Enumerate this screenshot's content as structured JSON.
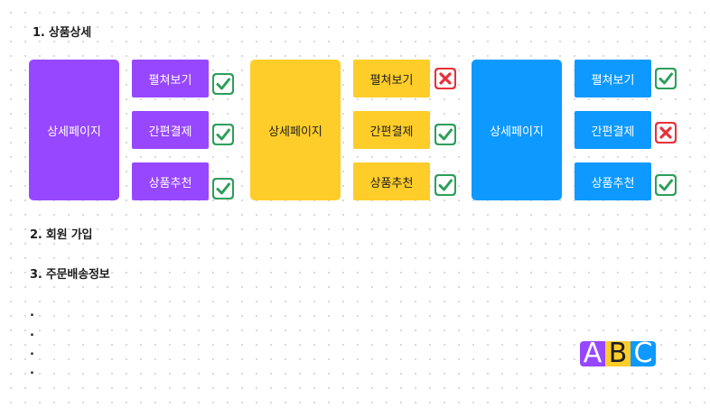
{
  "sections": [
    {
      "title": "1. 상품상세"
    },
    {
      "title": "2. 회원 가입"
    },
    {
      "title": "3. 주문배송정보"
    }
  ],
  "variants": [
    {
      "color": "#9747ff",
      "main_label": "상세페이지",
      "items": [
        {
          "label": "펼쳐보기",
          "status": "check"
        },
        {
          "label": "간편결제",
          "status": "check"
        },
        {
          "label": "상품추천",
          "status": "check"
        }
      ]
    },
    {
      "color": "#ffcd29",
      "main_label": "상세페이지",
      "items": [
        {
          "label": "펼쳐보기",
          "status": "cross"
        },
        {
          "label": "간편결제",
          "status": "check"
        },
        {
          "label": "상품추천",
          "status": "check"
        }
      ]
    },
    {
      "color": "#0d99ff",
      "main_label": "상세페이지",
      "items": [
        {
          "label": "펼쳐보기",
          "status": "check"
        },
        {
          "label": "간편결제",
          "status": "cross"
        },
        {
          "label": "상품추천",
          "status": "check"
        }
      ]
    }
  ],
  "bullets": [
    ".",
    ".",
    ".",
    "."
  ],
  "logo": {
    "letters": [
      "A",
      "B",
      "C"
    ]
  },
  "icons": {
    "check": "check-mark-button-icon",
    "cross": "cross-mark-button-icon"
  },
  "colors": {
    "check": "#2e9e5b",
    "cross": "#e8303a"
  }
}
